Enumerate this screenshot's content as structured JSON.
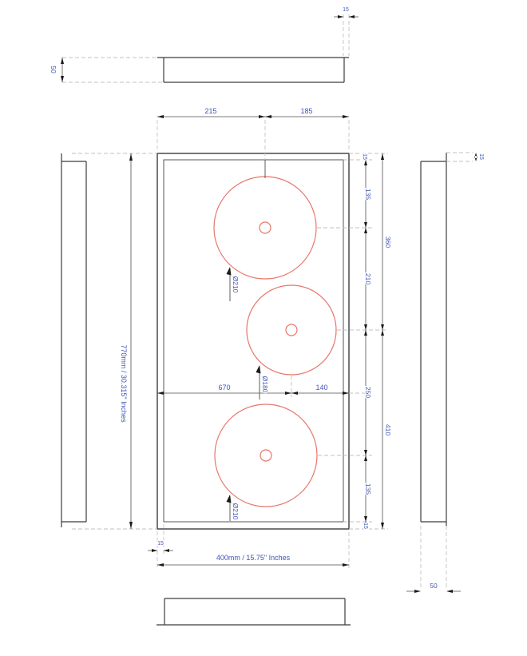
{
  "drawing_type": "panel fabrication drawing, front view with three circular cutouts, top/bottom/left/right section views",
  "colors": {
    "outline": "#3c3c3c",
    "dimension_line": "#4d4d4d",
    "extension_dash": "#c2c2c2",
    "cutout_stroke": "#e8756b",
    "dimension_text": "#3e56b6"
  },
  "front_view": {
    "width_label": "400mm  / 15.75\" Inches",
    "height_label": "770mm  /  30.315\" Inches"
  },
  "dimensions": {
    "top_segment_left": "215",
    "top_segment_right": "185",
    "mid_segment_left": "670",
    "mid_segment_right": "140",
    "right_chain": [
      "15",
      "135",
      "210",
      "250",
      "135",
      "15"
    ],
    "right_span_upper": "360",
    "right_span_lower": "410",
    "edge_inset_top_right": "15",
    "edge_inset_bottom_left": "15",
    "side_flange_offset": "15",
    "top_view_depth": "50",
    "side_view_depth": "50"
  },
  "cutouts": {
    "circle_1_diameter": "Ø210",
    "circle_2_diameter": "Ø180",
    "circle_3_diameter": "Ø210"
  }
}
